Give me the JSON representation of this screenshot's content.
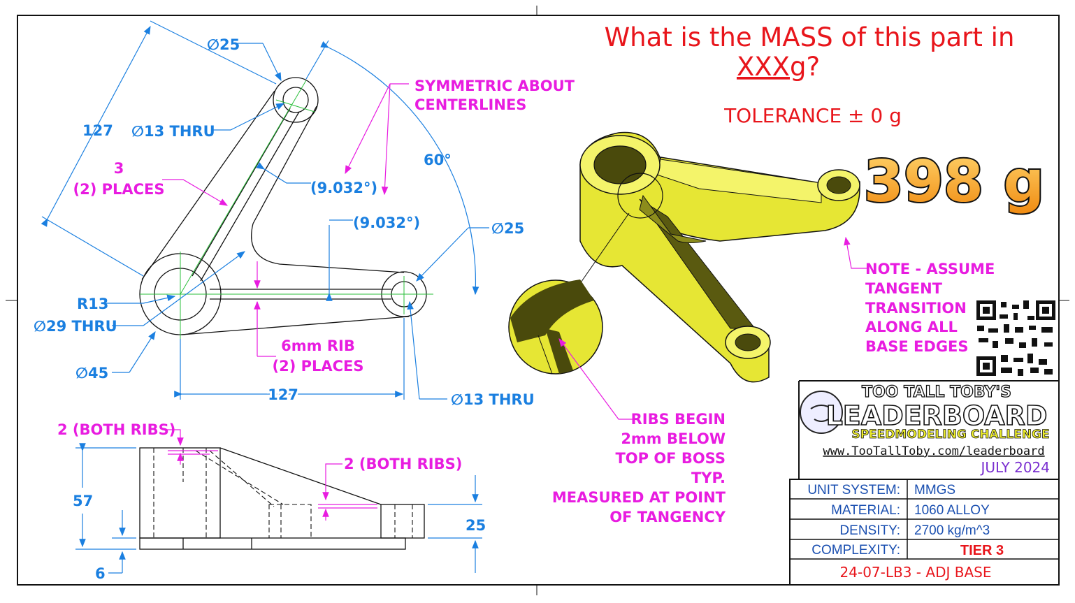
{
  "question": {
    "line1": "What is the MASS of this part in",
    "xxx": "XXX",
    "unit": " g?",
    "tolerance": "TOLERANCE ± 0 g"
  },
  "answer": "398 g",
  "top_view": {
    "dim_d25_top": "∅25",
    "dim_127_left": "127",
    "dim_d13_thru_top": "∅13 THRU",
    "note_3_places": [
      "3",
      "(2) PLACES"
    ],
    "note_symmetric": [
      "SYMMETRIC ABOUT",
      "CENTERLINES"
    ],
    "dim_60": "60°",
    "dim_angle_a": "(9.032°)",
    "dim_angle_b": "(9.032°)",
    "dim_d25_right": "∅25",
    "dim_r13": "R13",
    "dim_d29_thru": "∅29 THRU",
    "dim_d45": "∅45",
    "note_6mm_rib": [
      "6mm RIB",
      "(2) PLACES"
    ],
    "dim_127_bottom": "127",
    "dim_d13_thru_right": "∅13 THRU"
  },
  "side_view": {
    "note_2_both_left": "2 (BOTH RIBS)",
    "note_2_both_right": "2 (BOTH RIBS)",
    "dim_57": "57",
    "dim_25": "25",
    "dim_6": "6"
  },
  "notes": {
    "tangent": [
      "NOTE - ASSUME",
      "TANGENT",
      "TRANSITION",
      "ALONG ALL",
      "BASE EDGES"
    ],
    "ribs": [
      "RIBS BEGIN",
      "2mm BELOW",
      "TOP OF BOSS",
      "TYP.",
      "MEASURED AT POINT",
      "OF TANGENCY"
    ]
  },
  "logo": {
    "line1": "TOO TALL TOBY'S",
    "line2": "LEADERBOARD",
    "line3": "SPEEDMODELING CHALLENGE",
    "url": "www.TooTallToby.com/leaderboard",
    "date": "JULY 2024"
  },
  "title_block": {
    "rows": [
      {
        "label": "UNIT SYSTEM:",
        "value": "MMGS"
      },
      {
        "label": "MATERIAL:",
        "value": "1060 ALLOY"
      },
      {
        "label": "DENSITY:",
        "value": "2700  kg/m^3"
      },
      {
        "label": "COMPLEXITY:",
        "value": "TIER 3"
      }
    ],
    "part_number": "24-07-LB3 - ADJ BASE"
  },
  "colors": {
    "dimension": "#1a7fe0",
    "note": "#e81ce0",
    "title": "#e8151b",
    "part": "#ecec3a",
    "answer": "#f5a21a"
  }
}
